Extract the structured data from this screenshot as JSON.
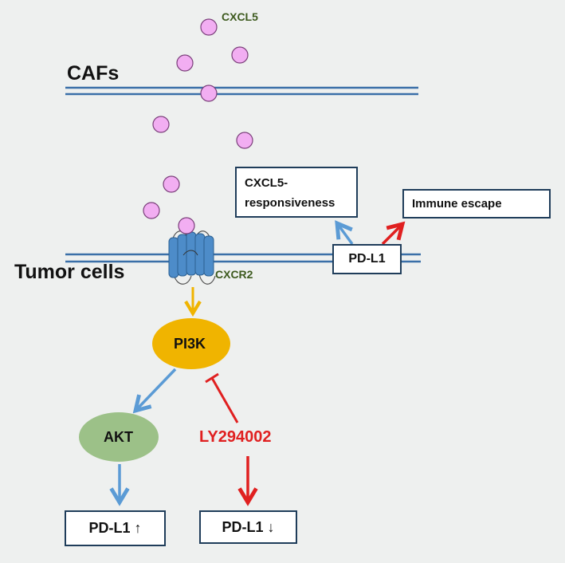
{
  "labels": {
    "cxcl5": "CXCL5",
    "cafs": "CAFs",
    "tumor_cells": "Tumor cells",
    "cxcr2": "CXCR2",
    "pi3k": "PI3K",
    "akt": "AKT",
    "inhibitor": "LY294002"
  },
  "boxes": {
    "responsiveness_line1": "CXCL5-",
    "responsiveness_line2": "responsiveness",
    "immune_escape": "Immune escape",
    "pdl1_membrane": "PD-L1",
    "pdl1_up": "PD-L1 ↑",
    "pdl1_down": "PD-L1 ↓"
  },
  "colors": {
    "background": "#eef0ef",
    "membrane": "#3a6fa8",
    "ligand": "#f2aef2",
    "receptor": "#4d8cc9",
    "pi3k": "#f0b400",
    "akt": "#9cc188",
    "blue_arrow": "#5b9bd5",
    "yellow_arrow": "#f0b400",
    "red_arrow": "#e02020",
    "dark_green_text": "#3d5a1e",
    "inhibitor_text": "#e02020"
  }
}
